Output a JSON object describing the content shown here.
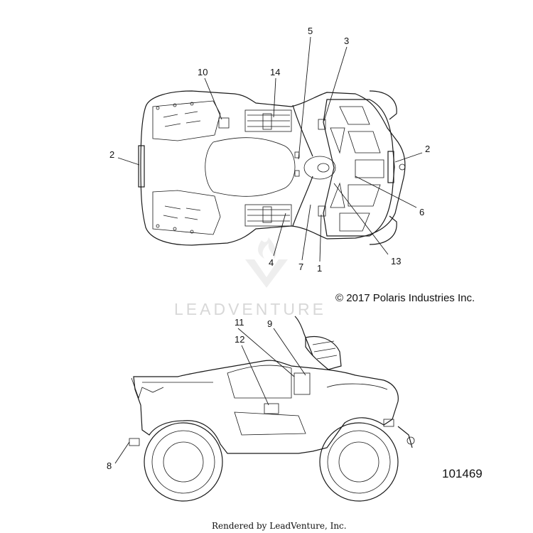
{
  "callouts": {
    "c1": "1",
    "c2_left": "2",
    "c2_right": "2",
    "c3": "3",
    "c4": "4",
    "c5": "5",
    "c6": "6",
    "c7": "7",
    "c8": "8",
    "c9": "9",
    "c10": "10",
    "c11": "11",
    "c12": "12",
    "c13": "13",
    "c14": "14"
  },
  "copyright": "© 2017 Polaris Industries Inc.",
  "document_number": "101469",
  "watermark": "LEADVENTURE",
  "footer": "Rendered by LeadVenture, Inc."
}
